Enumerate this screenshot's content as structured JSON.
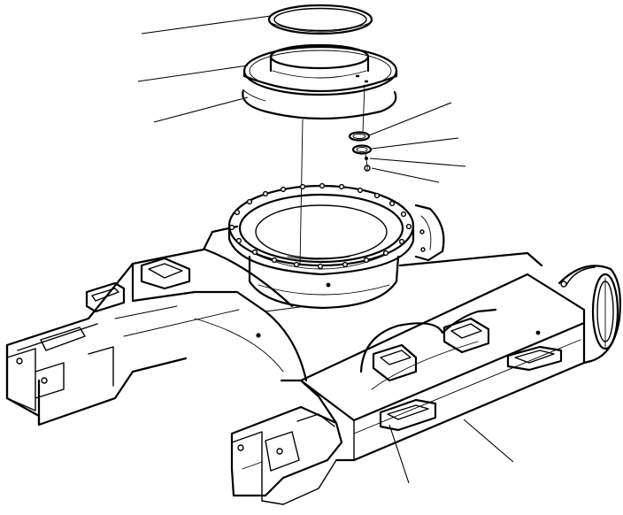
{
  "figure": {
    "kind": "exploded-parts-drawing",
    "subject": "track-frame-with-swing-circle-seals",
    "leader_count": 9,
    "line_color": "#000000",
    "background": "#ffffff"
  }
}
